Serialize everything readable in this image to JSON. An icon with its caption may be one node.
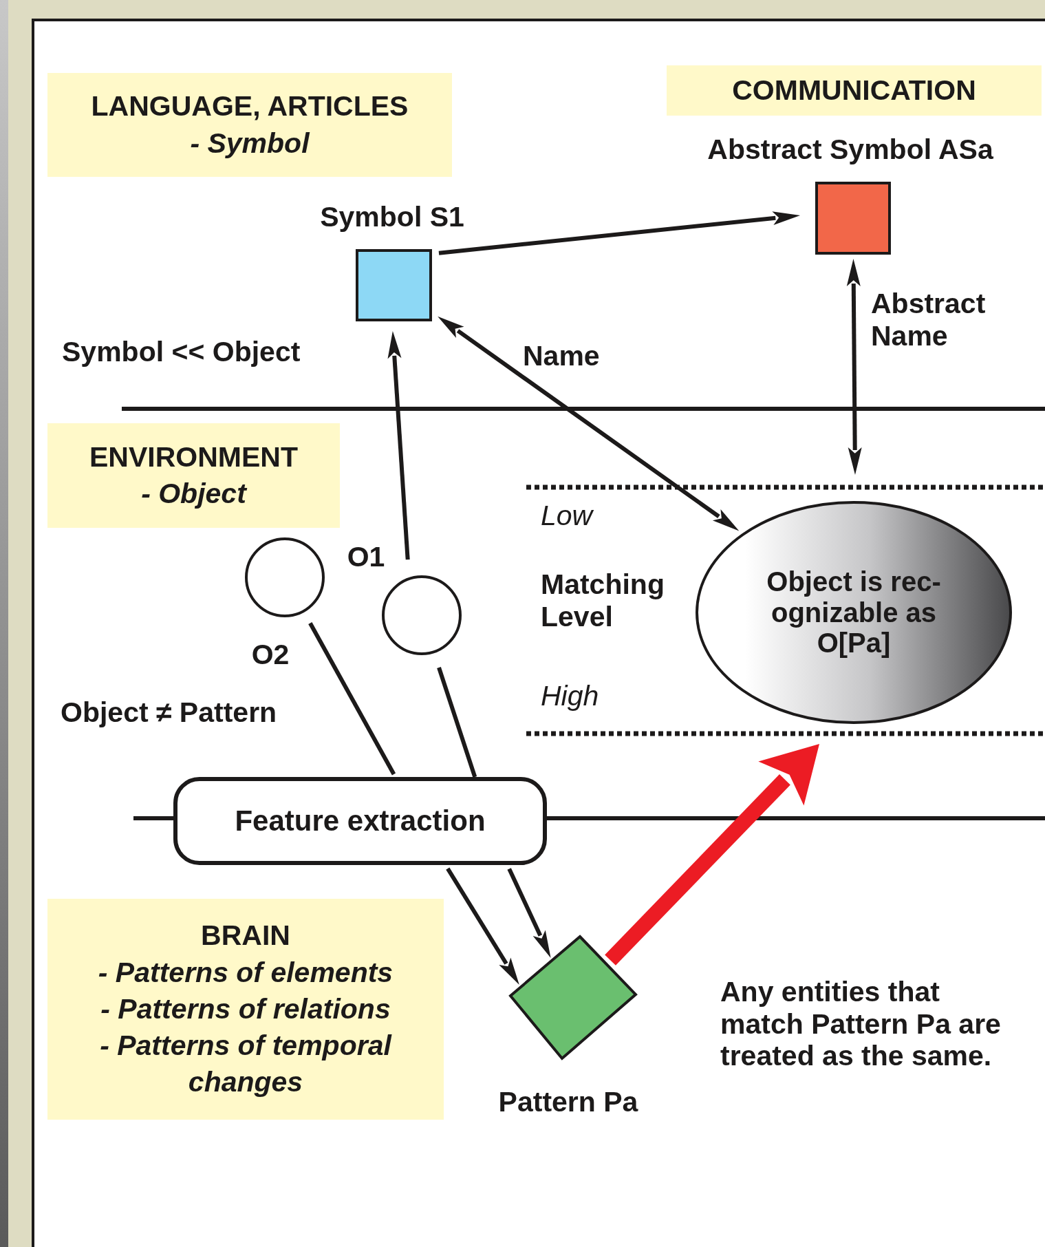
{
  "diagram": {
    "nodes": [
      {
        "text": [
          "LANGUAGE, ARTICLES",
          "- Symbol"
        ]
      },
      {
        "text": [
          "COMMUNICATION"
        ]
      },
      {
        "text": [],
        "shape": "box",
        "beside": [
          "Abstract Symbol ASa"
        ]
      },
      {
        "text": [],
        "shape": "box",
        "beside": [
          "Symbol S1"
        ]
      },
      {
        "text": [
          "ENVIRONMENT",
          "- Object"
        ]
      },
      {
        "text": [
          "Object is rec- ognizable as O[Pa]"
        ]
      },
      {
        "text": [],
        "shape": "circle",
        "beside": [
          "O2"
        ]
      },
      {
        "text": [],
        "shape": "circle",
        "beside": [
          "O1"
        ]
      },
      {
        "text": [
          "Feature extraction"
        ]
      },
      {
        "text": [
          "BRAIN",
          "- Patterns of elements",
          "- Patterns of relations",
          "- Patterns of temporal changes"
        ]
      },
      {
        "text": [],
        "shape": "diamond",
        "beside": [
          "Pattern Pa"
        ]
      }
    ],
    "edges": [
      {
        "from": 3,
        "to": 2,
        "arrow": "to"
      },
      {
        "from": 2,
        "to": null,
        "arrow": "both",
        "label": "Abstract Name"
      },
      {
        "from": 3,
        "to": 5,
        "arrow": "both",
        "label": "Name"
      },
      {
        "from": 7,
        "to": 3,
        "arrow": "to"
      },
      {
        "from": 6,
        "to": 8,
        "arrow": "none"
      },
      {
        "from": 7,
        "to": 8,
        "arrow": "none"
      },
      {
        "from": 8,
        "to": 10,
        "arrow": "to"
      },
      {
        "from": 8,
        "to": 10,
        "arrow": "to"
      },
      {
        "from": 10,
        "to": null,
        "arrow": "to",
        "style": "thick",
        "color": "#ec1c24"
      }
    ],
    "labels": [
      "Symbol << Object",
      "Low",
      "Matching Level",
      "High",
      "Object ≠ Pattern",
      "Any entities that match Pattern Pa are treated as the same."
    ]
  }
}
